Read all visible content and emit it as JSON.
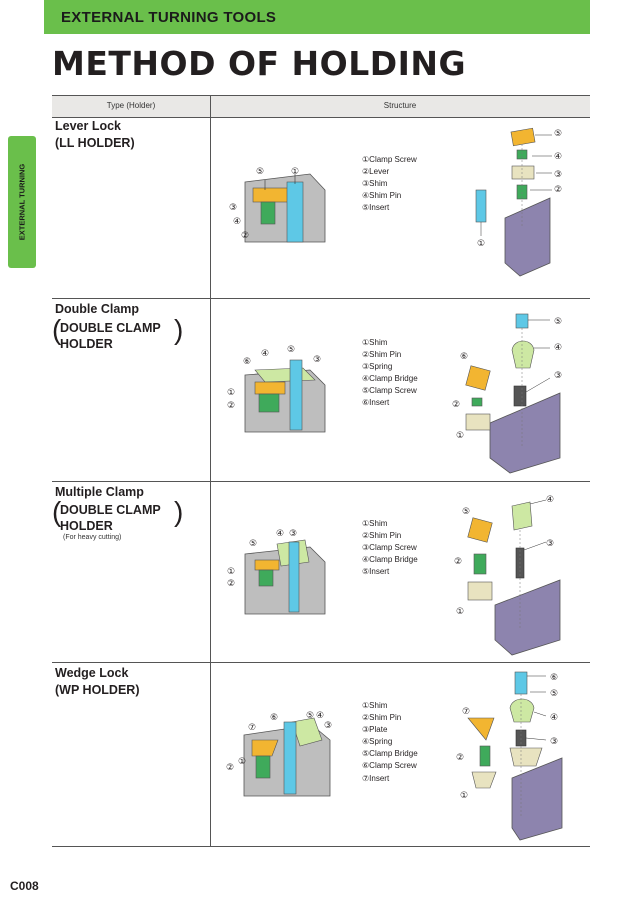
{
  "header": {
    "section": "EXTERNAL TURNING TOOLS",
    "title": "METHOD OF HOLDING"
  },
  "side_tab": "EXTERNAL TURNING",
  "table": {
    "columns": [
      "Type (Holder)",
      "Structure"
    ],
    "rows": [
      {
        "name": "Lever Lock",
        "holder": "(LL HOLDER)",
        "note": "",
        "parts": [
          "①Clamp Screw",
          "②Lever",
          "③Shim",
          "④Shim Pin",
          "⑤Insert"
        ]
      },
      {
        "name": "Double Clamp",
        "holder_line1": "DOUBLE CLAMP",
        "holder_line2": "HOLDER",
        "note": "",
        "parts": [
          "①Shim",
          "②Shim Pin",
          "③Spring",
          "④Clamp Bridge",
          "⑤Clamp Screw",
          "⑥Insert"
        ]
      },
      {
        "name": "Multiple Clamp",
        "holder_line1": "DOUBLE CLAMP",
        "holder_line2": "HOLDER",
        "note": "(For heavy cutting)",
        "parts": [
          "①Shim",
          "②Shim Pin",
          "③Clamp Screw",
          "④Clamp Bridge",
          "⑤Insert"
        ]
      },
      {
        "name": "Wedge Lock",
        "holder": "(WP HOLDER)",
        "note": "",
        "parts": [
          "①Shim",
          "②Shim Pin",
          "③Plate",
          "④Spring",
          "⑤Clamp Bridge",
          "⑥Clamp Screw",
          "⑦Insert"
        ]
      }
    ]
  },
  "markers": {
    "m1": "①",
    "m2": "②",
    "m3": "③",
    "m4": "④",
    "m5": "⑤",
    "m6": "⑥",
    "m7": "⑦"
  },
  "page_number": "C008",
  "colors": {
    "accent_green": "#6abf4b",
    "insert_yellow": "#f2b531",
    "screw_blue": "#5ec8e6",
    "holder_purple": "#8d84ae",
    "part_green": "#3faa5b",
    "bridge_lightgreen": "#cde8a3"
  }
}
